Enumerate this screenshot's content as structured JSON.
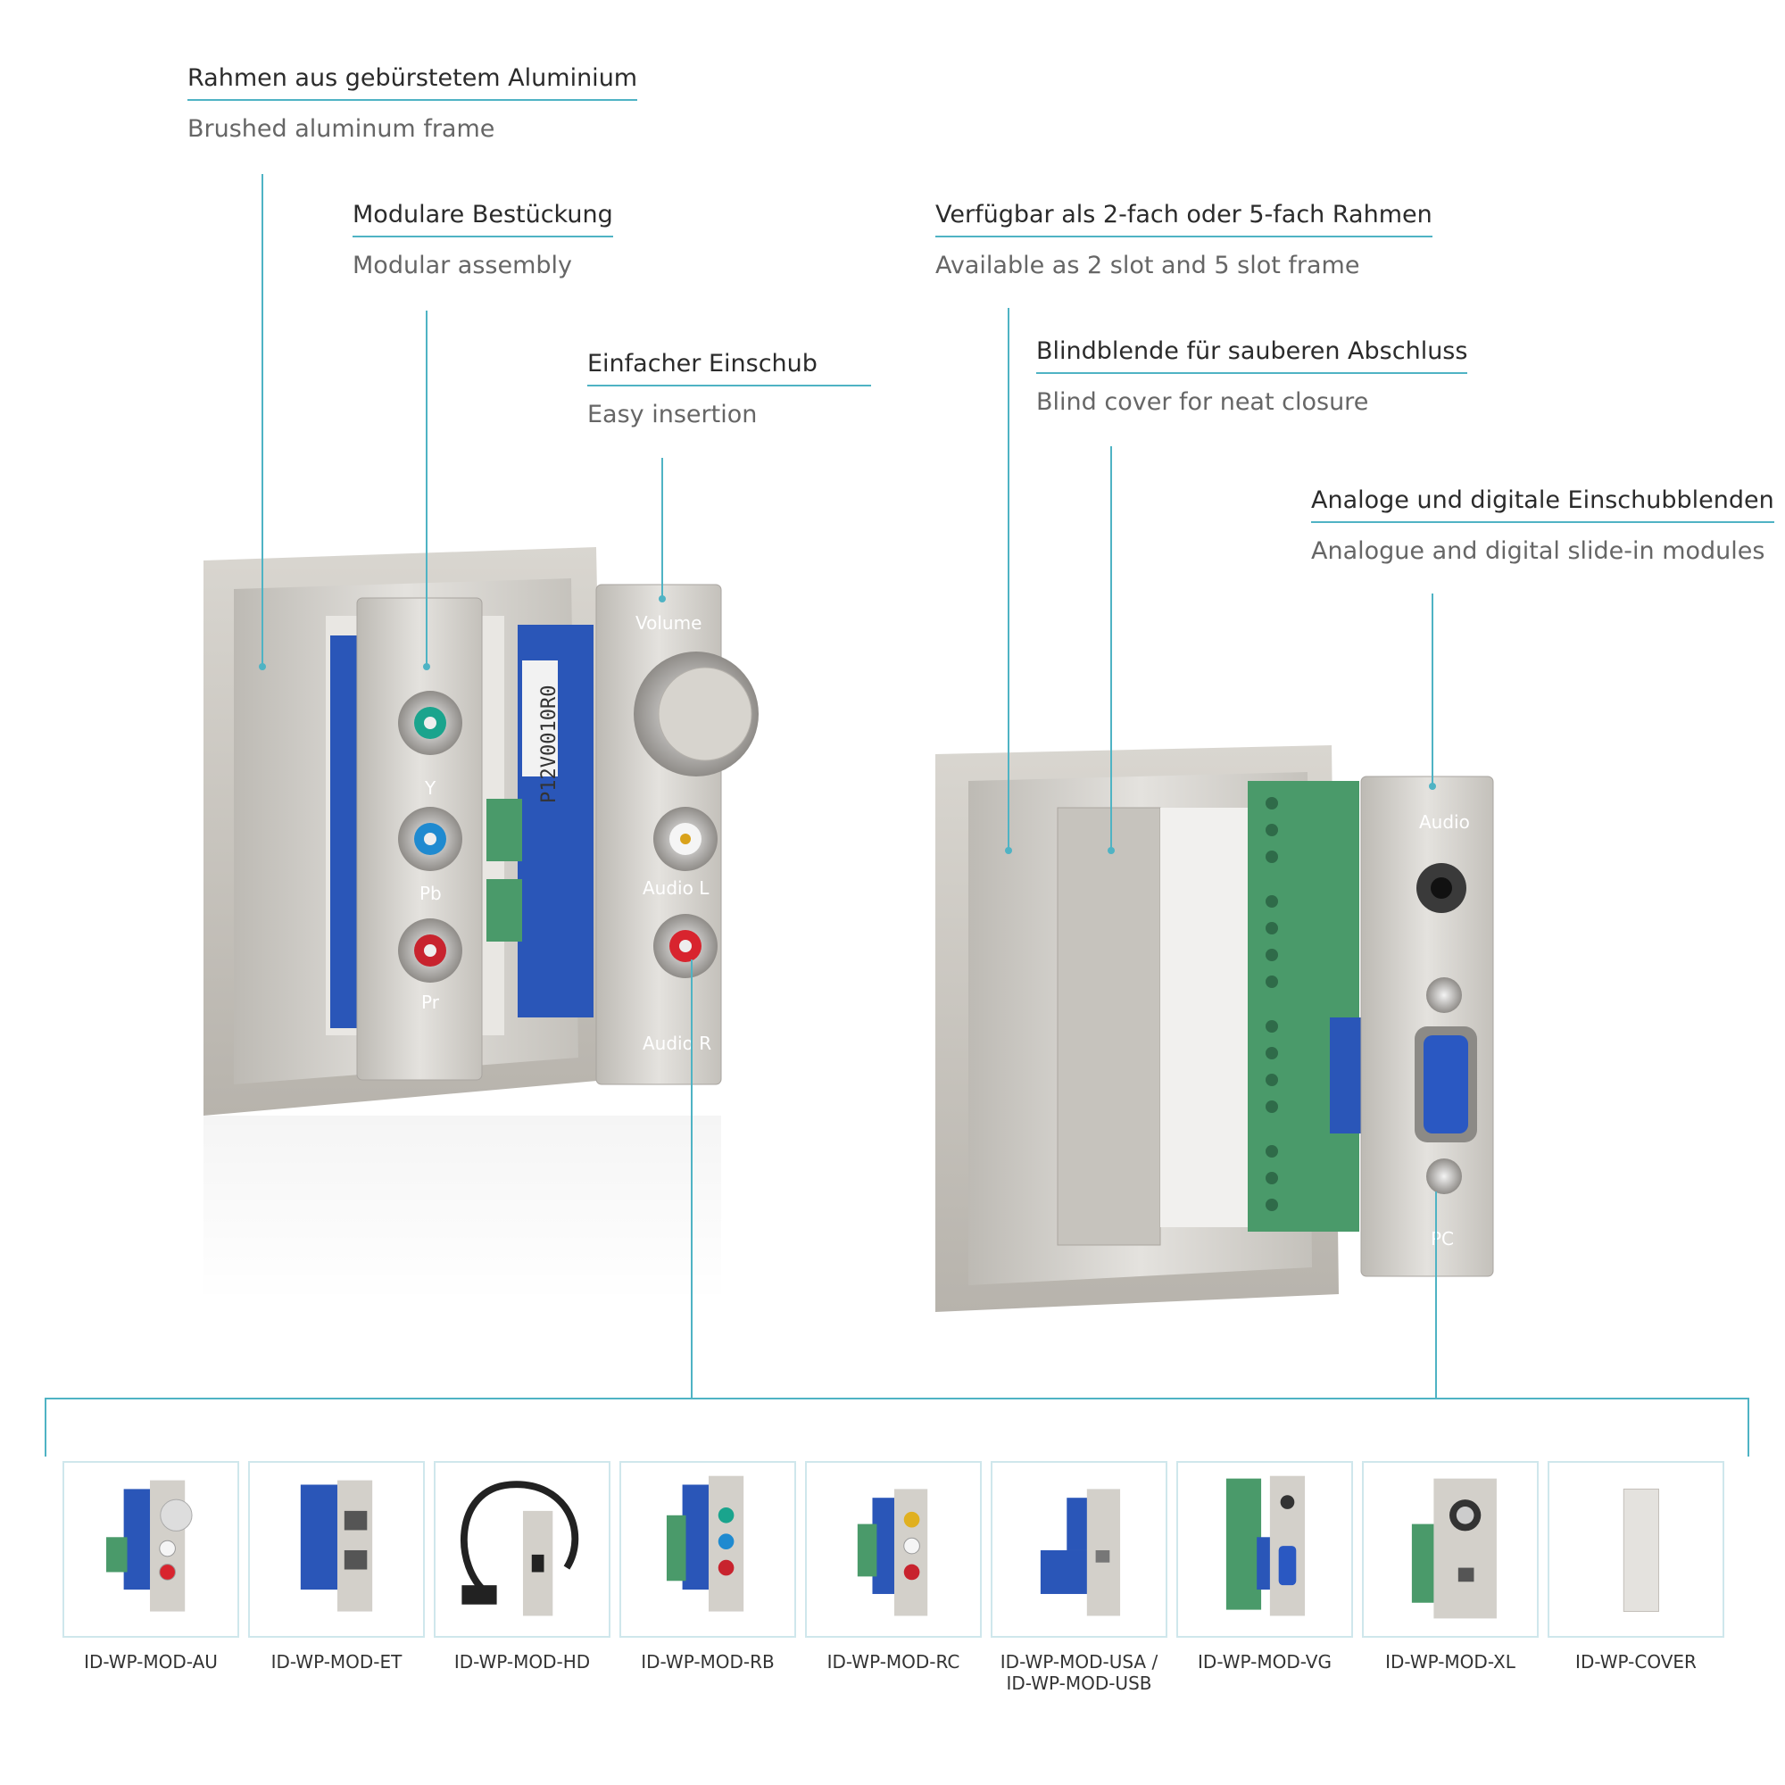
{
  "callouts": [
    {
      "id": "frame",
      "de": "Rahmen aus gebürstetem Aluminium",
      "en": "Brushed aluminum frame"
    },
    {
      "id": "modular",
      "de": "Modulare Bestückung",
      "en": "Modular assembly"
    },
    {
      "id": "insertion",
      "de": "Einfacher Einschub",
      "en": "Easy insertion"
    },
    {
      "id": "available",
      "de": "Verfügbar als 2-fach oder 5-fach Rahmen",
      "en": "Available as 2 slot and 5 slot frame"
    },
    {
      "id": "blind",
      "de": "Blindblende für sauberen Abschluss",
      "en": "Blind cover for neat closure"
    },
    {
      "id": "modules",
      "de": "Analoge und digitale Einschubblenden",
      "en": "Analogue and digital slide-in modules"
    }
  ],
  "device_left": {
    "labels": {
      "volume": "Volume",
      "y": "Y",
      "pb": "Pb",
      "pr": "Pr",
      "audio_l": "Audio L",
      "audio_r": "Audio R"
    },
    "barcode": "P12V0010R0"
  },
  "device_right": {
    "labels": {
      "audio": "Audio",
      "pc": "PC"
    }
  },
  "products": [
    {
      "code": "ID-WP-MOD-AU"
    },
    {
      "code": "ID-WP-MOD-ET"
    },
    {
      "code": "ID-WP-MOD-HD"
    },
    {
      "code": "ID-WP-MOD-RB"
    },
    {
      "code": "ID-WP-MOD-RC"
    },
    {
      "code": "ID-WP-MOD-USA /",
      "code2": "ID-WP-MOD-USB"
    },
    {
      "code": "ID-WP-MOD-VG"
    },
    {
      "code": "ID-WP-MOD-XL"
    },
    {
      "code": "ID-WP-COVER"
    }
  ],
  "colors": {
    "accent": "#4fb3c4",
    "aluminum": "#c9c6c0",
    "pcb": "#2a56b8",
    "terminal": "#4a9a6a"
  }
}
